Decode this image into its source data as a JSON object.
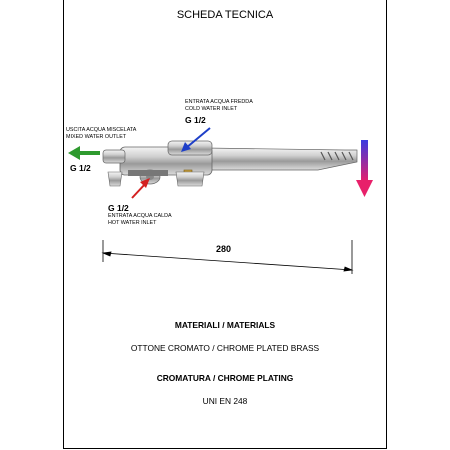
{
  "title": "SCHEDA TECNICA",
  "labels": {
    "cold_inlet_it": "ENTRATA  ACQUA FREDDA",
    "cold_inlet_en": "COLD WATER INLET",
    "cold_thread": "G 1/2",
    "outlet_it": "USCITA ACQUA MISCELATA",
    "outlet_en": "MIXED WATER OUTLET",
    "outlet_thread": "G 1/2",
    "hot_thread": "G 1/2",
    "hot_inlet_it": "ENTRATA  ACQUA CALDA",
    "hot_inlet_en": "HOT WATER INLET",
    "dimension": "280"
  },
  "specs": {
    "materials_heading": "MATERIALI / MATERIALS",
    "materials_value": "OTTONE CROMATO / CHROME PLATED BRASS",
    "plating_heading": "CROMATURA / CHROME PLATING",
    "plating_value": "UNI EN 248"
  },
  "colors": {
    "cold_arrow": "#1e3fc8",
    "hot_arrow": "#d42020",
    "outlet_arrow": "#2e9a2e",
    "pedal_arrow_top": "#3a3ae0",
    "pedal_arrow_bottom": "#e8206a"
  }
}
